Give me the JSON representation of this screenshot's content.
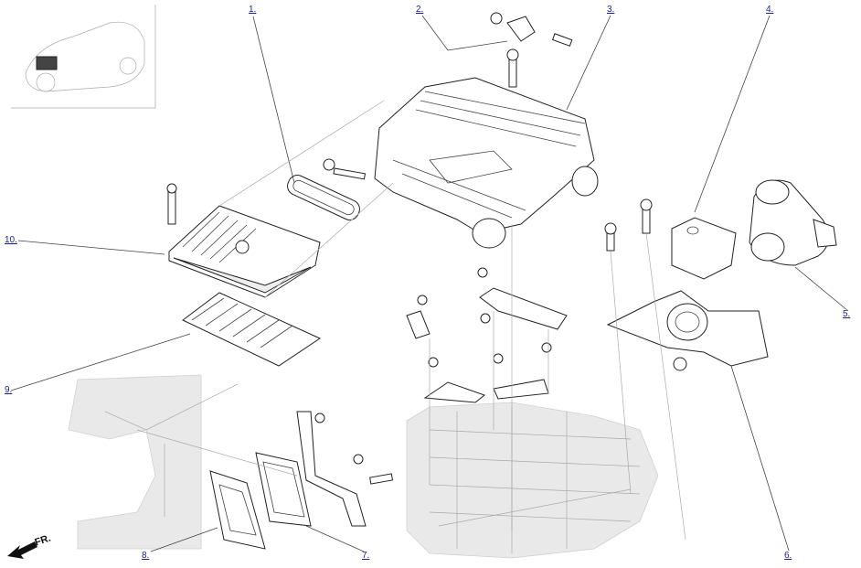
{
  "callouts": [
    {
      "id": "1",
      "label": "1."
    },
    {
      "id": "2",
      "label": "2."
    },
    {
      "id": "3",
      "label": "3."
    },
    {
      "id": "4",
      "label": "4."
    },
    {
      "id": "5",
      "label": "5."
    },
    {
      "id": "6",
      "label": "6."
    },
    {
      "id": "7",
      "label": "7."
    },
    {
      "id": "8",
      "label": "8."
    },
    {
      "id": "9",
      "label": "9."
    },
    {
      "id": "10",
      "label": "10."
    }
  ],
  "direction_label": "FR.",
  "colors": {
    "link": "#1a1aa6",
    "line": "#444444",
    "ghost": "#e9e9e9"
  },
  "icons": {
    "front_arrow": "front-direction-arrow-icon",
    "vehicle": "vehicle-locator-icon"
  }
}
